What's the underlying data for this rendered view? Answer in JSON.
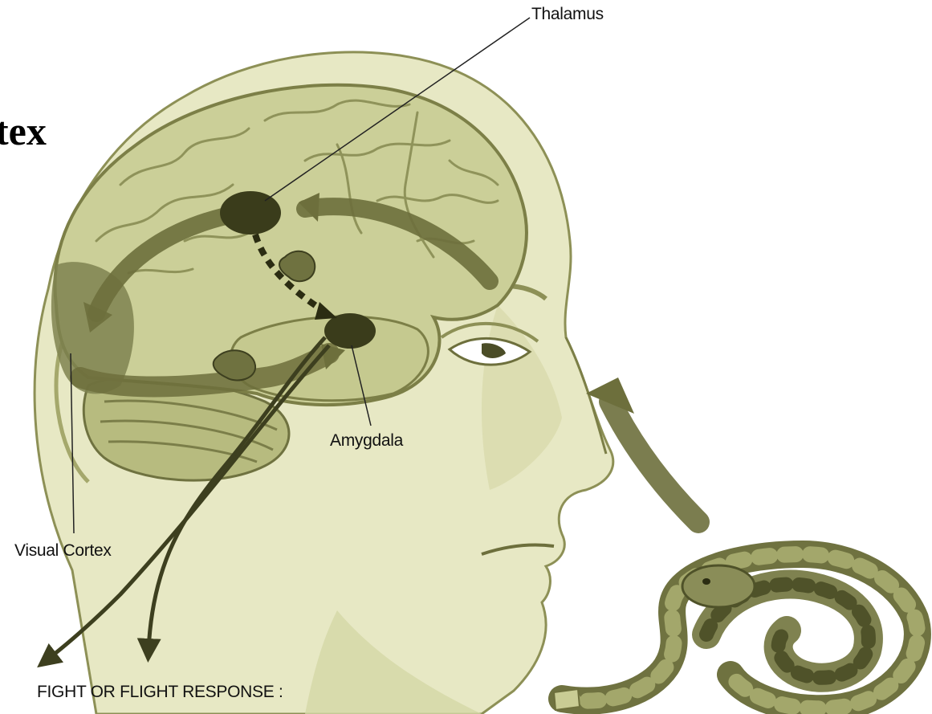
{
  "labels": {
    "thalamus": "Thalamus",
    "amygdala": "Amygdala",
    "visual_cortex": "Visual Cortex",
    "fight_or_flight": "FIGHT OR FLIGHT RESPONSE :",
    "partial_heading": "tex"
  },
  "colors": {
    "head_fill": "#e7e8c4",
    "head_shade": "#c9cc94",
    "brain_fill": "#cbcf98",
    "brain_dark": "#9ea267",
    "pathway": "#6d6f3c",
    "nucleus": "#3a3c1b",
    "snake_body": "#8a8d58",
    "snake_pattern": "#5c5f33"
  }
}
